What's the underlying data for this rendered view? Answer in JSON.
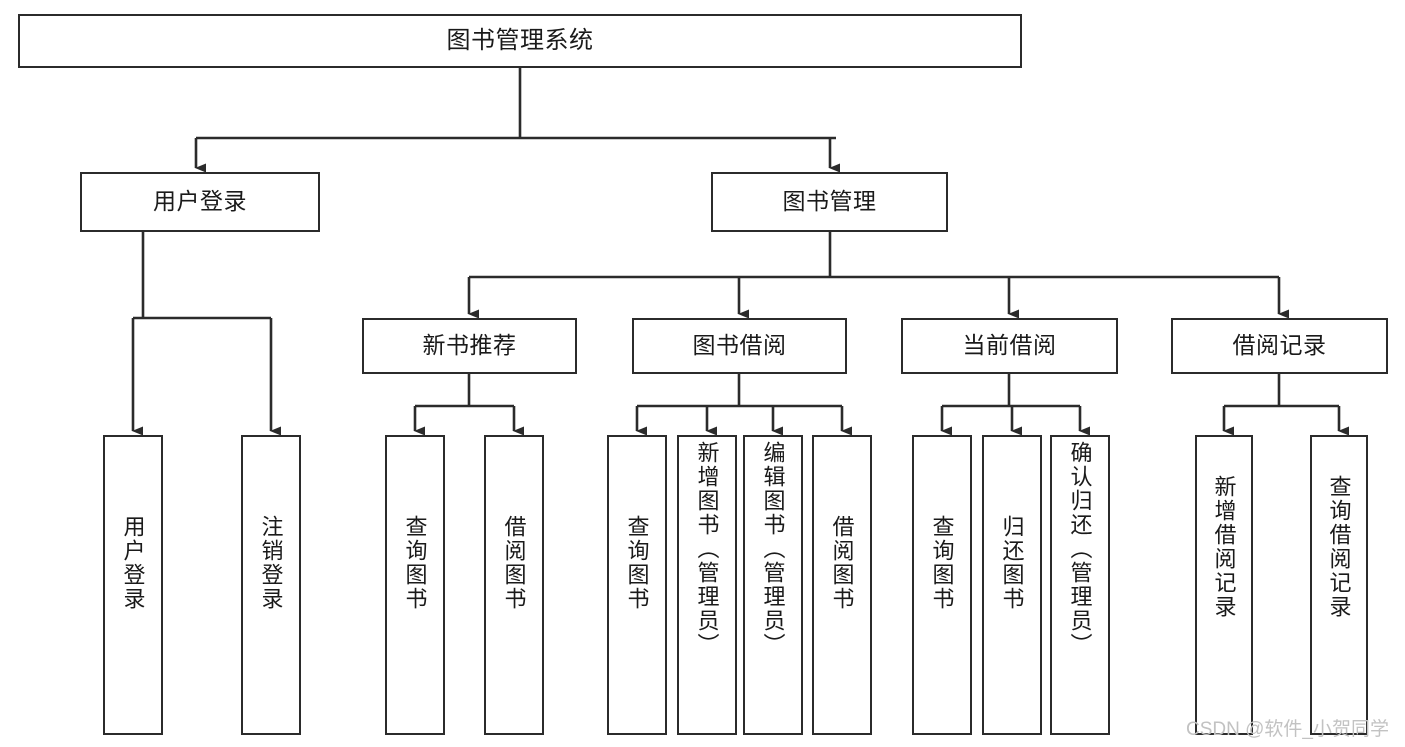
{
  "diagram": {
    "type": "hierarchy-tree",
    "title": "图书管理系统",
    "watermark": "CSDN @软件_小贺同学",
    "colors": {
      "box_border": "#2b2b2b",
      "box_fill": "#ffffff",
      "connector": "#2b2b2b",
      "text": "#1a1a1a",
      "watermark": "#c2c2c2"
    },
    "root": {
      "label": "图书管理系统"
    },
    "level2": [
      {
        "label": "用户登录"
      },
      {
        "label": "图书管理"
      }
    ],
    "level3": [
      {
        "label": "新书推荐"
      },
      {
        "label": "图书借阅"
      },
      {
        "label": "当前借阅"
      },
      {
        "label": "借阅记录"
      }
    ],
    "leaves": {
      "user_login": [
        {
          "label": "用户登录"
        },
        {
          "label": "注销登录"
        }
      ],
      "new_book_recommend": [
        {
          "label": "查询图书"
        },
        {
          "label": "借阅图书"
        }
      ],
      "book_borrow": [
        {
          "label": "查询图书"
        },
        {
          "label": "新增图书（管理员）"
        },
        {
          "label": "编辑图书（管理员）"
        },
        {
          "label": "借阅图书"
        }
      ],
      "current_borrow": [
        {
          "label": "查询图书"
        },
        {
          "label": "归还图书"
        },
        {
          "label": "确认归还（管理员）"
        }
      ],
      "borrow_record": [
        {
          "label": "新增借阅记录"
        },
        {
          "label": "查询借阅记录"
        }
      ]
    }
  }
}
